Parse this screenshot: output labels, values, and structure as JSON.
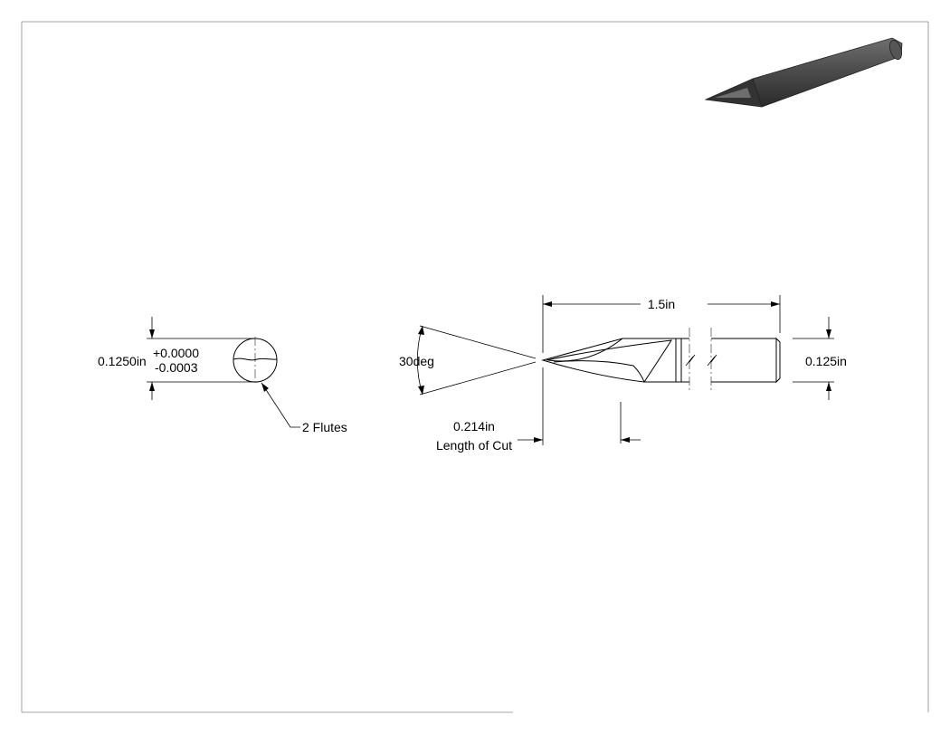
{
  "views": {
    "end_view": {
      "diameter_label": "0.1250in",
      "tol_plus": "+0.0000",
      "tol_minus": "-0.0003",
      "flutes_label": "2 Flutes"
    },
    "side_view": {
      "overall_length": "1.5in",
      "shank_diameter": "0.125in",
      "tip_angle": "30deg",
      "cut_length_value": "0.214in",
      "cut_length_caption": "Length of Cut"
    },
    "iso_view": {
      "shade_dark": "#3a3a3a",
      "shade_light": "#6a6a6a"
    }
  }
}
